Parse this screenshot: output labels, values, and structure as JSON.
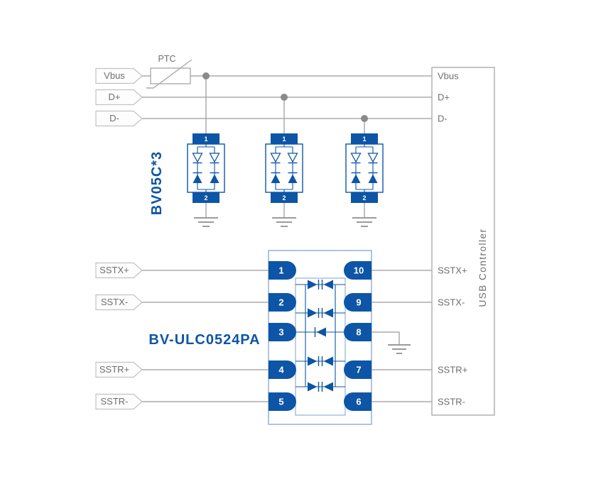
{
  "colors": {
    "blue": "#0d55a6",
    "chip-outline": "#8fb2dc",
    "wire": "#ababab",
    "dot": "#8a8a8a",
    "tag-border": "#c2c2c2",
    "text-gray": "#6e6e6e",
    "box-border": "#a6a6a6"
  },
  "inputs": {
    "vbus": "Vbus",
    "d_plus": "D+",
    "d_minus": "D-",
    "sstx_plus": "SSTX+",
    "sstx_minus": "SSTX-",
    "sstr_plus": "SSTR+",
    "sstr_minus": "SSTR-"
  },
  "ptc": {
    "label": "PTC"
  },
  "tvs_array": {
    "part_label": "BV05C*3",
    "top_pin": "1",
    "bottom_pin": "2"
  },
  "esd_chip": {
    "part_label": "BV-ULC0524PA",
    "left_pins": [
      "1",
      "2",
      "3",
      "4",
      "5"
    ],
    "right_pins": [
      "10",
      "9",
      "8",
      "7",
      "6"
    ]
  },
  "usb_controller": {
    "label": "USB Controller",
    "pins": [
      "Vbus",
      "D+",
      "D-",
      "SSTX+",
      "SSTX-",
      "SSTR+",
      "SSTR-"
    ]
  }
}
